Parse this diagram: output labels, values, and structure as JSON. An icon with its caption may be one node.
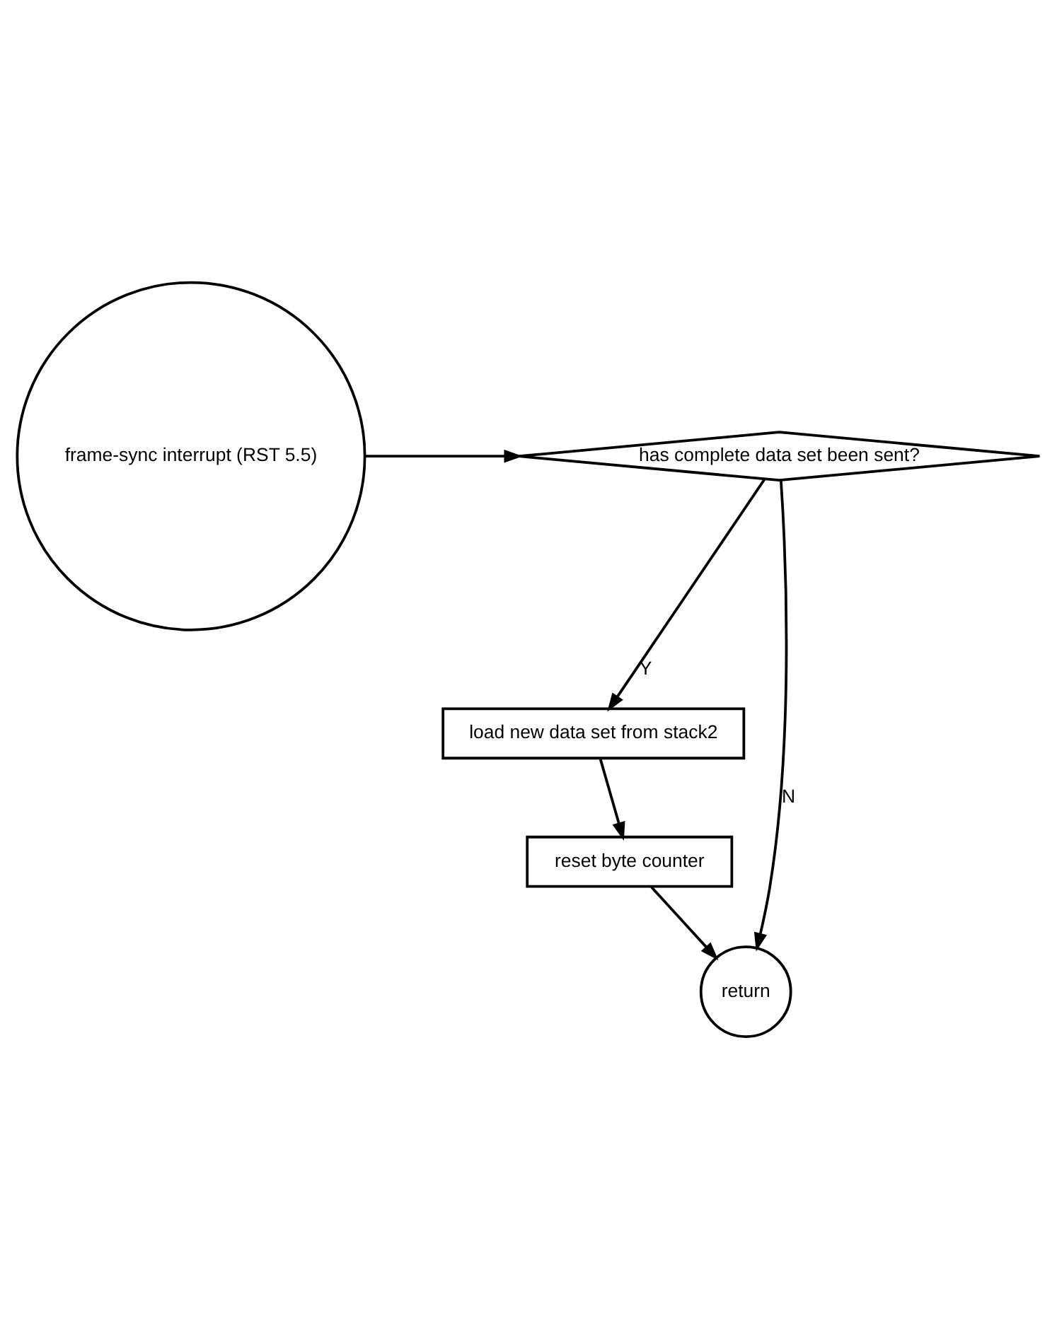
{
  "diagram": {
    "nodes": [
      {
        "text": [
          "frame-sync interrupt (RST 5.5)"
        ]
      },
      {
        "text": [
          "has complete data set been sent?"
        ]
      },
      {
        "text": [
          "load new data set from stack2"
        ]
      },
      {
        "text": [
          "reset byte counter"
        ]
      },
      {
        "text": [
          "return"
        ]
      }
    ],
    "edges": [
      {
        "from": 0,
        "to": 1,
        "arrow": "to"
      },
      {
        "from": 1,
        "to": 2,
        "arrow": "to",
        "label": "Y"
      },
      {
        "from": 2,
        "to": 3,
        "arrow": "to"
      },
      {
        "from": 3,
        "to": 4,
        "arrow": "to"
      },
      {
        "from": 1,
        "to": 4,
        "arrow": "to",
        "label": "N"
      }
    ]
  }
}
